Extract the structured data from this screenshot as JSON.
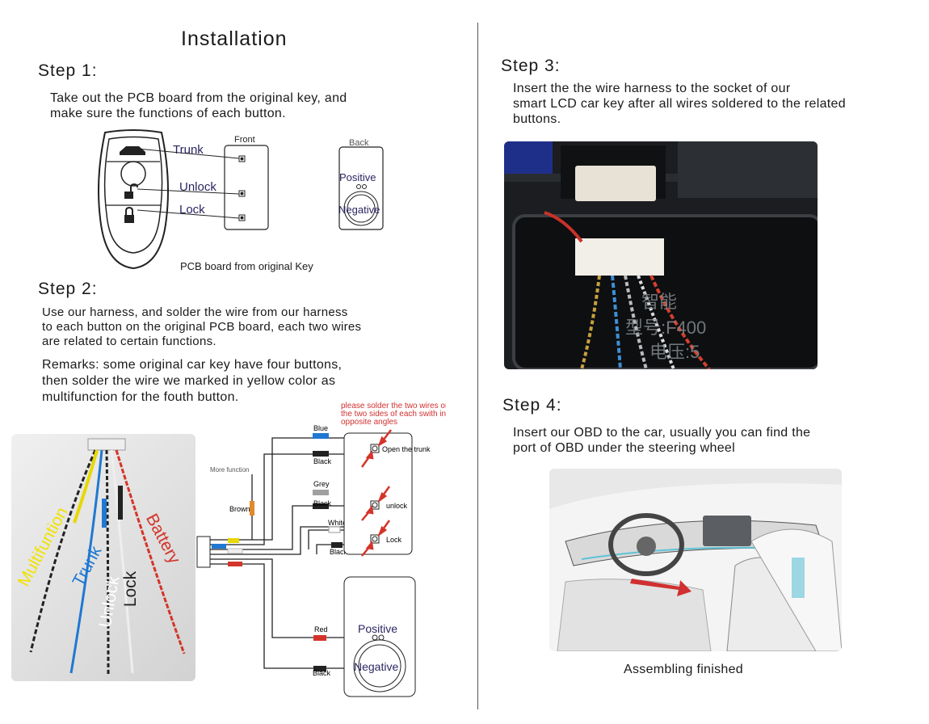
{
  "installation_title": "Installation",
  "step1": {
    "title": "Step 1:",
    "text": "    Take out the PCB board from the original key, and\nmake sure the functions of each button.",
    "front_label": "Front",
    "back_label": "Back",
    "trunk_label": "Trunk",
    "unlock_label": "Unlock",
    "lock_label": "Lock",
    "positive_label": "Positive",
    "negative_label": "Negative",
    "caption": "PCB board from original Key"
  },
  "step2": {
    "title": "Step 2:",
    "text": "    Use our harness, and solder the wire from our harness\nto each button on the original PCB board, each two wires\nare related to certain functions.",
    "remarks": "    Remarks: some original car key have four buttons,\n then solder the wire we marked in yellow color as\nmultifunction for the fouth button."
  },
  "harness_photo": {
    "multifunction": "Multifuntion",
    "trunk": "Trunk",
    "unlock": "Unlock",
    "lock": "Lock",
    "battery": "Battery"
  },
  "wiring": {
    "note": [
      "please solder the two wires on",
      "the two sides of each swith in",
      "opposite angles"
    ],
    "blue": "Blue",
    "black": "Black",
    "grey": "Grey",
    "white": "White",
    "brown": "Brown",
    "red": "Red",
    "more_function": "More function",
    "open_trunk": "Open the trunk",
    "unlock": "unlock",
    "lock": "Lock",
    "positive": "Positive",
    "negative": "Negative"
  },
  "step3": {
    "title": "Step 3:",
    "text": "        Insert the  the wire harness to the socket of our\nsmart LCD car key after all wires soldered to the related\nbuttons."
  },
  "socket_photo": {
    "chars": "智能",
    "model": "型号:F400",
    "voltage": "电压:5"
  },
  "step4": {
    "title": "Step 4:",
    "text": "    Insert our OBD  to the car, usually you can find the\nport of OBD under the steering wheel",
    "caption": "Assembling finished"
  },
  "colors": {
    "navy": "#2a2560",
    "blue_wire": "#1f78d1",
    "yellow_wire": "#f0e200",
    "red_wire": "#d4342a",
    "grey_wire": "#a0a0a0",
    "brown_wire": "#e08a2c",
    "accent_red": "#d03030"
  }
}
